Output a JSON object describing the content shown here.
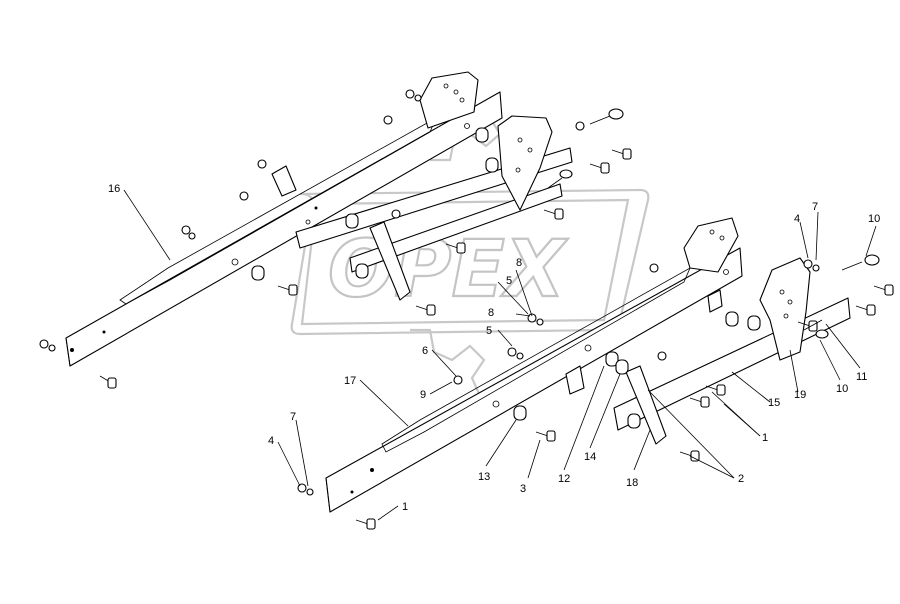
{
  "watermark": {
    "text": "OPEX"
  },
  "callouts": [
    {
      "id": "c16",
      "text": "16"
    },
    {
      "id": "c17",
      "text": "17"
    },
    {
      "id": "c15",
      "text": "15"
    },
    {
      "id": "c18",
      "text": "18"
    },
    {
      "id": "c19",
      "text": "19"
    },
    {
      "id": "c1a",
      "text": "1"
    },
    {
      "id": "c1b",
      "text": "1"
    },
    {
      "id": "c2",
      "text": "2"
    },
    {
      "id": "c3",
      "text": "3"
    },
    {
      "id": "c4a",
      "text": "4"
    },
    {
      "id": "c4b",
      "text": "4"
    },
    {
      "id": "c5a",
      "text": "5"
    },
    {
      "id": "c5b",
      "text": "5"
    },
    {
      "id": "c6",
      "text": "6"
    },
    {
      "id": "c7a",
      "text": "7"
    },
    {
      "id": "c7b",
      "text": "7"
    },
    {
      "id": "c8a",
      "text": "8"
    },
    {
      "id": "c8b",
      "text": "8"
    },
    {
      "id": "c9",
      "text": "9"
    },
    {
      "id": "c10a",
      "text": "10"
    },
    {
      "id": "c10b",
      "text": "10"
    },
    {
      "id": "c11",
      "text": "11"
    },
    {
      "id": "c12",
      "text": "12"
    },
    {
      "id": "c13",
      "text": "13"
    },
    {
      "id": "c14",
      "text": "14"
    }
  ]
}
